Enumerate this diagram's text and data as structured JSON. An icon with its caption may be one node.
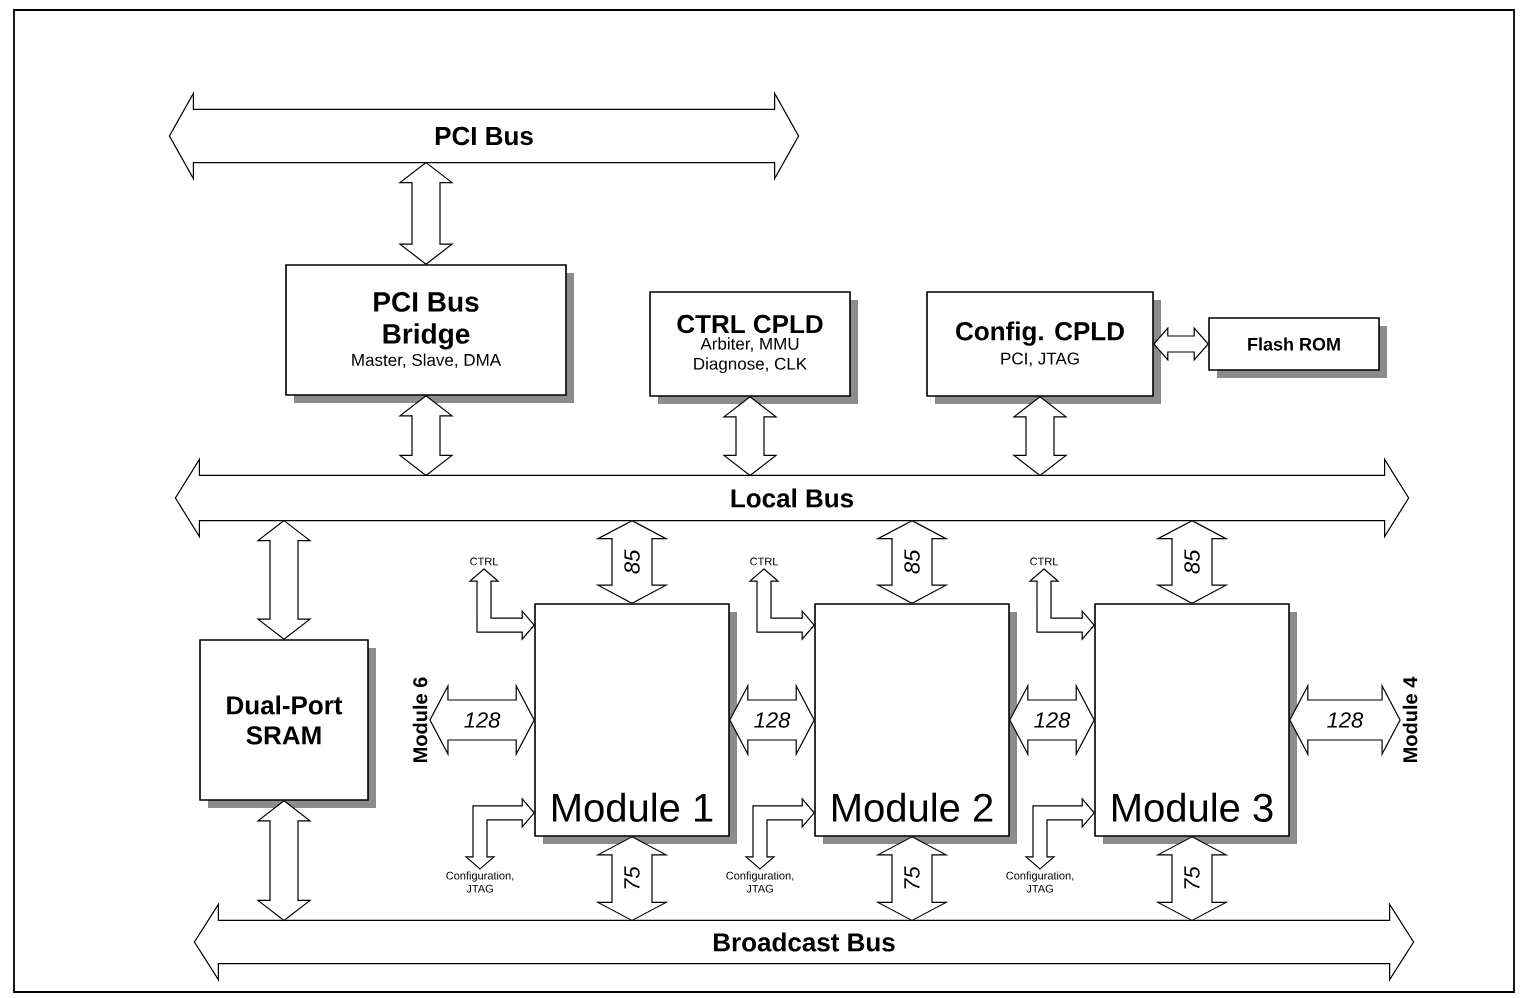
{
  "diagram": {
    "nodes": [
      {
        "text": [
          "PCI Bus"
        ]
      },
      {
        "text": [
          "PCI Bus Bridge",
          "Master, Slave, DMA"
        ]
      },
      {
        "text": [
          "CTRL CPLD",
          "Arbiter, MMU Diagnose, CLK"
        ]
      },
      {
        "text": [
          "Config. CPLD",
          "PCI, JTAG"
        ]
      },
      {
        "text": [
          "Flash ROM"
        ]
      },
      {
        "text": [
          "Local Bus"
        ]
      },
      {
        "text": [
          "Dual-Port SRAM"
        ]
      },
      {
        "text": [
          "Module 1"
        ]
      },
      {
        "text": [
          "Module 2"
        ]
      },
      {
        "text": [
          "Module 3"
        ]
      },
      {
        "text": [
          "Broadcast Bus"
        ]
      },
      {
        "text": [
          "Module 6"
        ]
      },
      {
        "text": [
          "Module 4"
        ]
      },
      {
        "text": [
          "CTRL"
        ]
      },
      {
        "text": [
          "CTRL"
        ]
      },
      {
        "text": [
          "CTRL"
        ]
      },
      {
        "text": [
          "Configuration, JTAG"
        ]
      },
      {
        "text": [
          "Configuration, JTAG"
        ]
      },
      {
        "text": [
          "Configuration, JTAG"
        ]
      }
    ],
    "edges": [
      {
        "from": 0,
        "to": 1,
        "arrow": "both"
      },
      {
        "from": 1,
        "to": 5,
        "arrow": "both"
      },
      {
        "from": 2,
        "to": 5,
        "arrow": "both"
      },
      {
        "from": 3,
        "to": 5,
        "arrow": "both"
      },
      {
        "from": 3,
        "to": 4,
        "arrow": "both"
      },
      {
        "from": 5,
        "to": 6,
        "arrow": "both"
      },
      {
        "from": 6,
        "to": 10,
        "arrow": "both"
      },
      {
        "from": 5,
        "to": 7,
        "arrow": "both",
        "label": "85"
      },
      {
        "from": 5,
        "to": 8,
        "arrow": "both",
        "label": "85"
      },
      {
        "from": 5,
        "to": 9,
        "arrow": "both",
        "label": "85"
      },
      {
        "from": 11,
        "to": 7,
        "arrow": "both",
        "label": "128"
      },
      {
        "from": 7,
        "to": 8,
        "arrow": "both",
        "label": "128"
      },
      {
        "from": 8,
        "to": 9,
        "arrow": "both",
        "label": "128"
      },
      {
        "from": 9,
        "to": 12,
        "arrow": "both",
        "label": "128"
      },
      {
        "from": 7,
        "to": 10,
        "arrow": "both",
        "label": "75"
      },
      {
        "from": 8,
        "to": 10,
        "arrow": "both",
        "label": "75"
      },
      {
        "from": 9,
        "to": 10,
        "arrow": "both",
        "label": "75"
      },
      {
        "from": 13,
        "to": 7,
        "arrow": "both"
      },
      {
        "from": 14,
        "to": 8,
        "arrow": "both"
      },
      {
        "from": 15,
        "to": 9,
        "arrow": "both"
      },
      {
        "from": 16,
        "to": 7,
        "arrow": "both"
      },
      {
        "from": 17,
        "to": 8,
        "arrow": "both"
      },
      {
        "from": 18,
        "to": 9,
        "arrow": "both"
      }
    ]
  }
}
